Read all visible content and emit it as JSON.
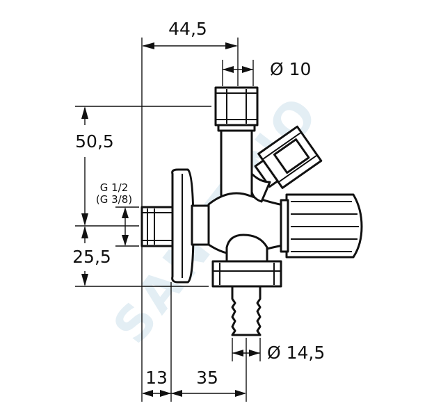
{
  "diagram": {
    "dimensions": {
      "top_width": "44,5",
      "outlet_diameter_top": "Ø 10",
      "upper_height": "50,5",
      "thread_size": "G 1/2",
      "thread_size_alt": "(G 3/8)",
      "lower_height": "25,5",
      "hose_diameter": "Ø 14,5",
      "bottom_left": "13",
      "bottom_right": "35"
    },
    "watermark": "SANITINO"
  }
}
